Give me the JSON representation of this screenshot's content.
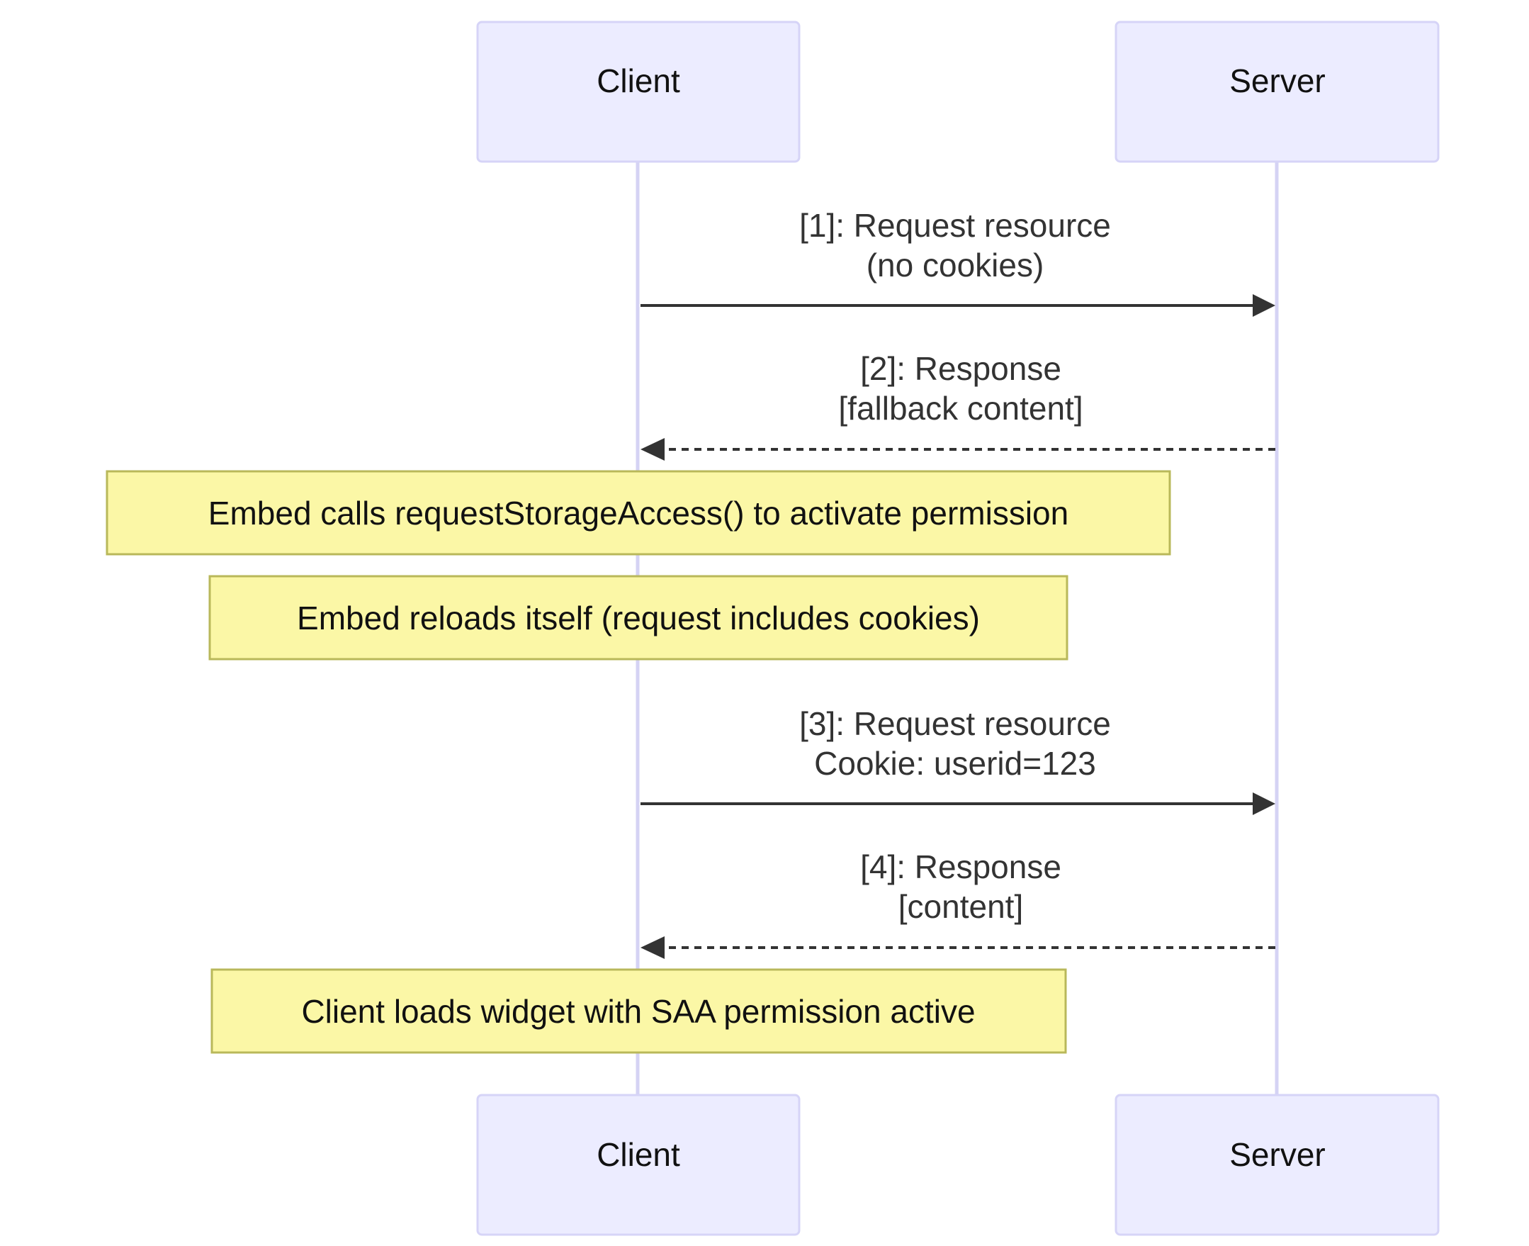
{
  "actors": {
    "client": "Client",
    "server": "Server"
  },
  "messages": [
    {
      "line1": "[1]: Request resource",
      "line2": "(no cookies)",
      "from": "Client",
      "to": "Server",
      "style": "solid"
    },
    {
      "line1": "[2]: Response",
      "line2": "[fallback content]",
      "from": "Server",
      "to": "Client",
      "style": "dashed"
    },
    {
      "line1": "[3]: Request resource",
      "line2": "Cookie: userid=123",
      "from": "Client",
      "to": "Server",
      "style": "solid"
    },
    {
      "line1": "[4]: Response",
      "line2": "[content]",
      "from": "Server",
      "to": "Client",
      "style": "dashed"
    }
  ],
  "notes": [
    "Embed calls requestStorageAccess() to activate permission",
    "Embed reloads itself (request includes cookies)",
    "Client loads widget with SAA permission active"
  ],
  "colors": {
    "actor_fill": "#ececff",
    "actor_border": "#d6d4f7",
    "lifeline": "#d5d3f4",
    "note_fill": "#fbf7a6",
    "note_border": "#b9b85a",
    "arrow": "#333333"
  }
}
